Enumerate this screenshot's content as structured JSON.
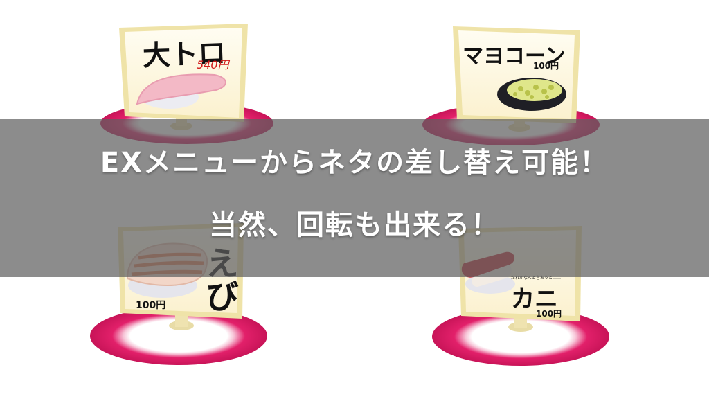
{
  "signs": [
    {
      "id": "otoro",
      "name": "大トロ",
      "price": "540円"
    },
    {
      "id": "mayocorn",
      "name": "マヨコーン",
      "price": "100円"
    },
    {
      "id": "ebi",
      "name": "えび",
      "price": "100円"
    },
    {
      "id": "kani",
      "name": "カニ",
      "price": "100円",
      "caption": "だれかなんと言おうと……"
    }
  ],
  "banner": {
    "line1": "EXメニューからネタの差し替え可能！",
    "line2": "当然、回転も出来る！"
  },
  "colors": {
    "plate_pink": "#e2206a",
    "sign_board": "#fff8de",
    "sign_frame": "#efe3a8",
    "banner_overlay": "#606060"
  }
}
